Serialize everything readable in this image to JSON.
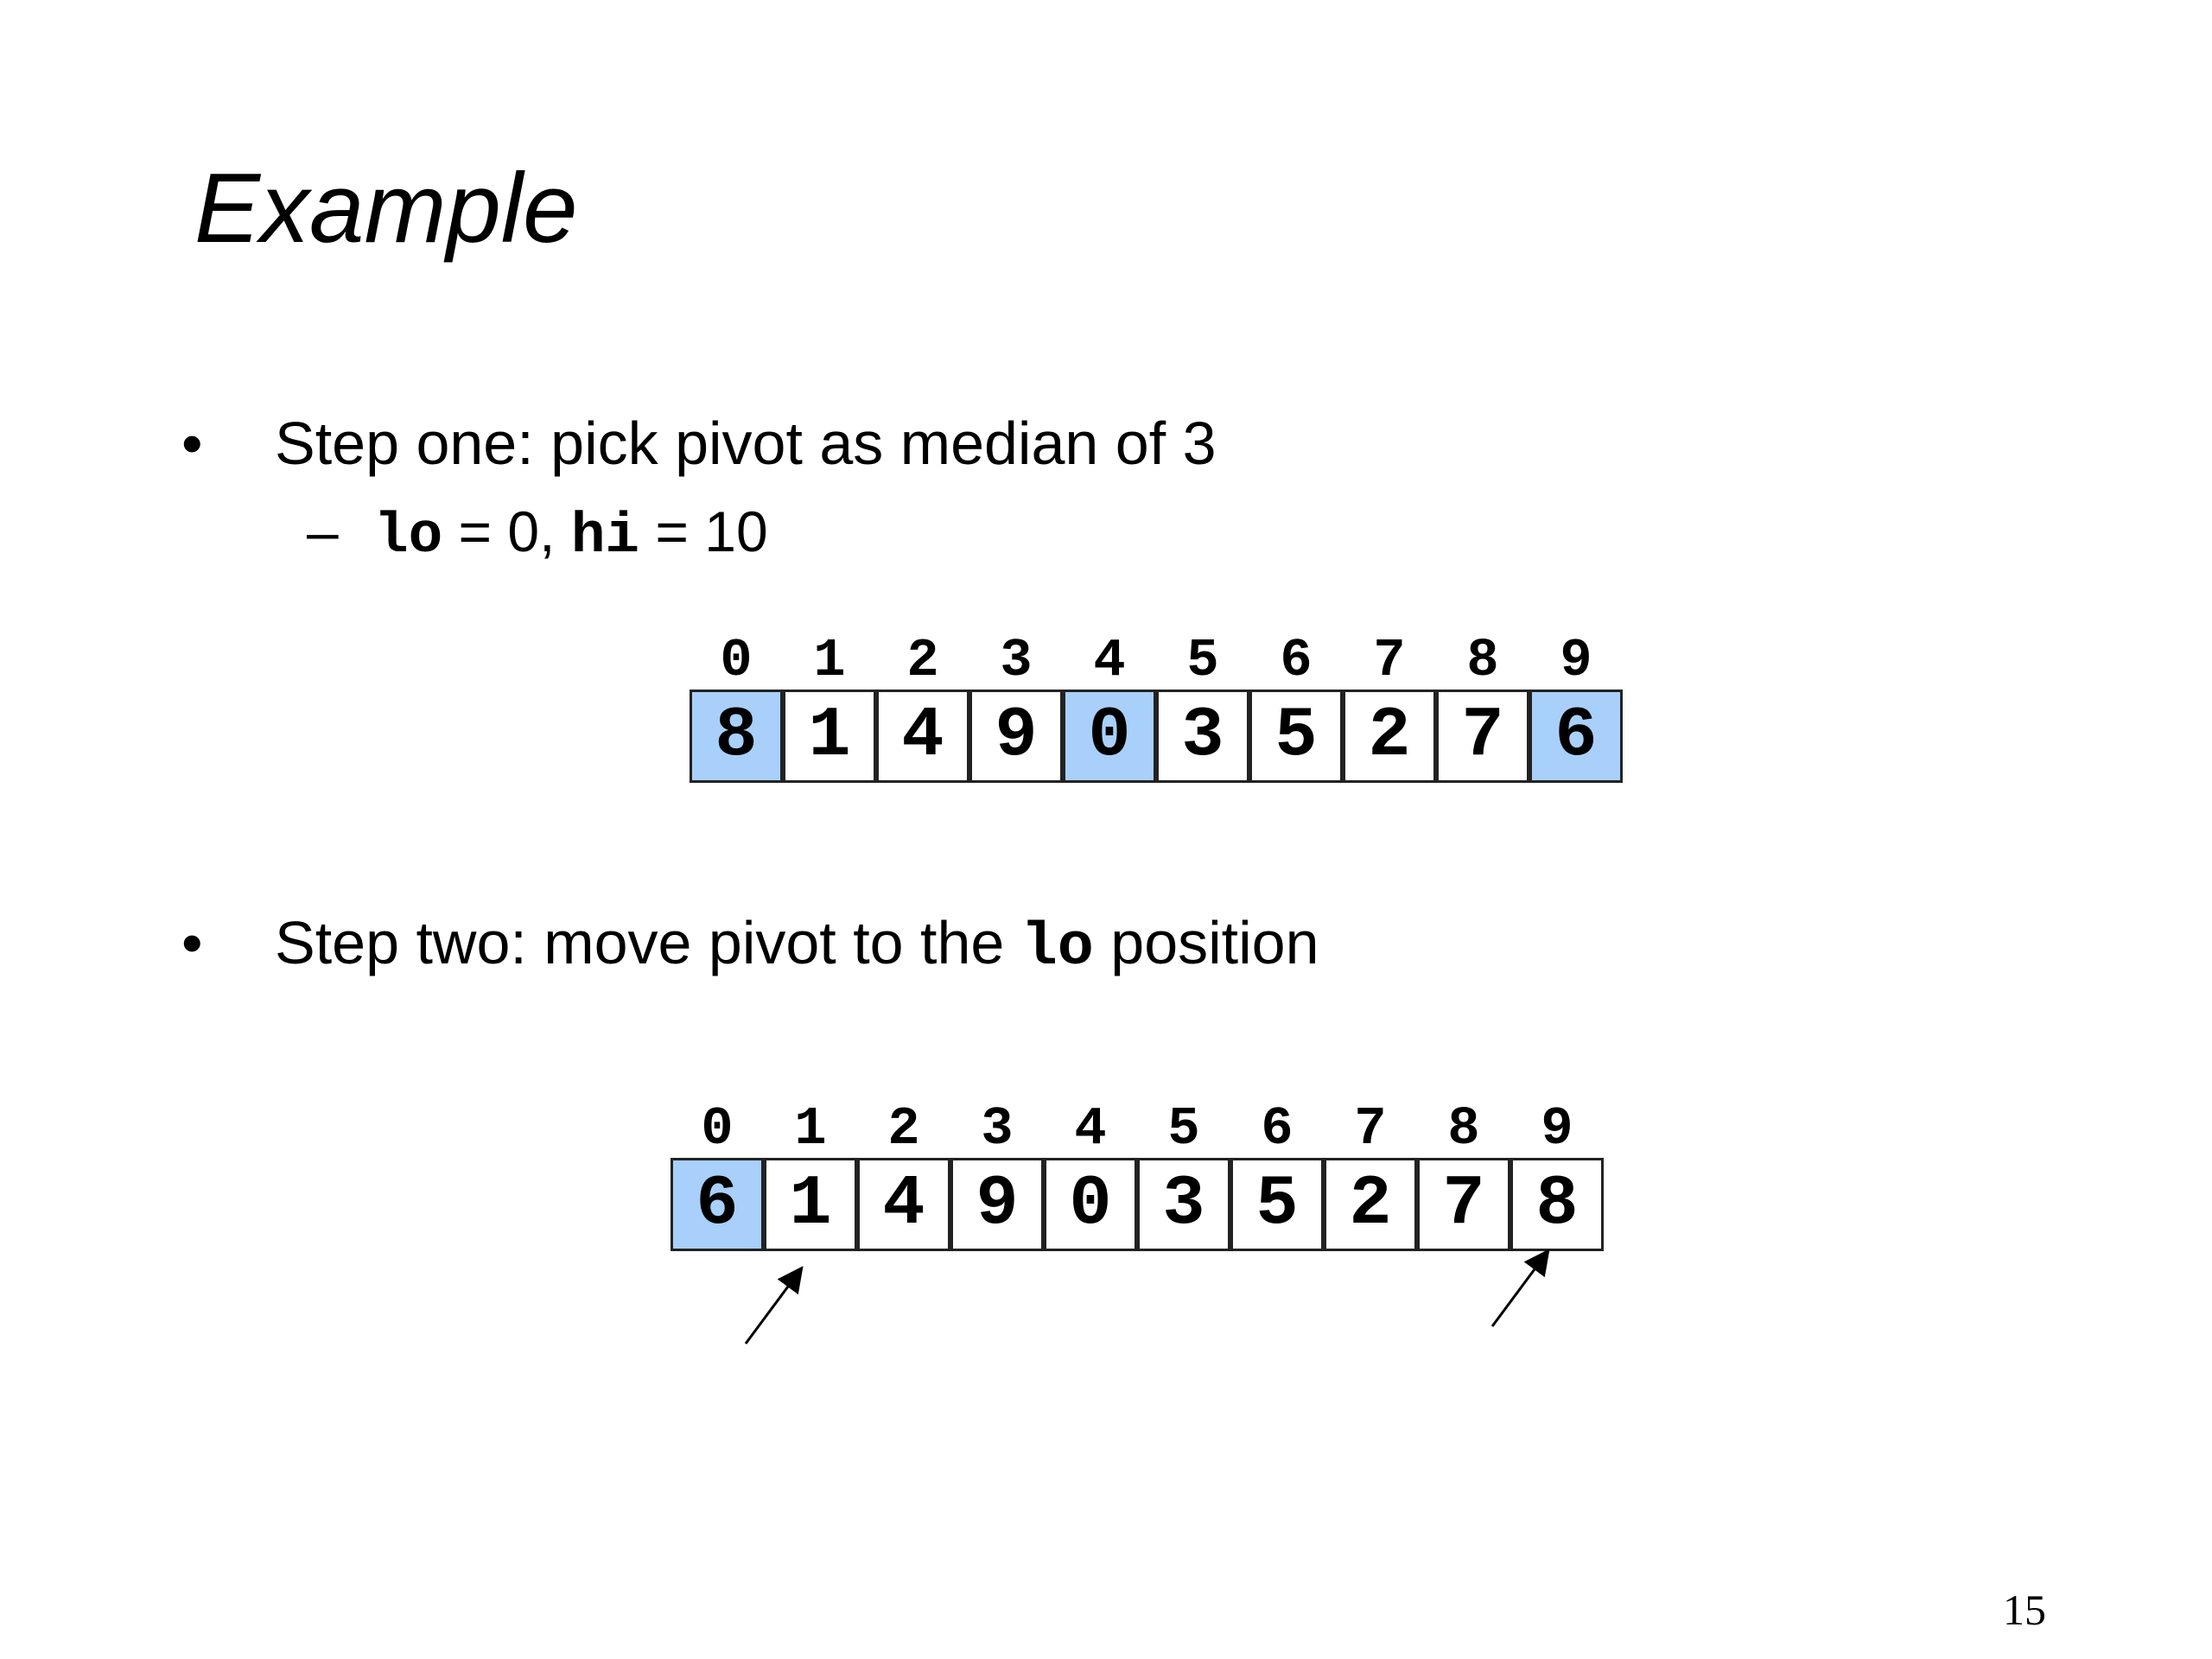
{
  "slide": {
    "title": "Example",
    "page_number": "15"
  },
  "bullets": {
    "b1": {
      "marker": "•",
      "text": "Step one: pick pivot as median of 3"
    },
    "sub1": {
      "marker": "–",
      "code_lo": "lo",
      "mid": " = 0, ",
      "code_hi": "hi",
      "end": " = 10"
    },
    "b2": {
      "marker": "•",
      "before": "Step two: move pivot to the ",
      "code_lo": "lo",
      "after": " position"
    }
  },
  "array1": {
    "indices": [
      "0",
      "1",
      "2",
      "3",
      "4",
      "5",
      "6",
      "7",
      "8",
      "9"
    ],
    "values": [
      "8",
      "1",
      "4",
      "9",
      "0",
      "3",
      "5",
      "2",
      "7",
      "6"
    ],
    "highlighted": [
      0,
      4,
      9
    ]
  },
  "array2": {
    "indices": [
      "0",
      "1",
      "2",
      "3",
      "4",
      "5",
      "6",
      "7",
      "8",
      "9"
    ],
    "values": [
      "6",
      "1",
      "4",
      "9",
      "0",
      "3",
      "5",
      "2",
      "7",
      "8"
    ],
    "highlighted": [
      0
    ]
  },
  "colors": {
    "highlight": "#a8d0fb",
    "border": "#222222",
    "text": "#000000"
  }
}
